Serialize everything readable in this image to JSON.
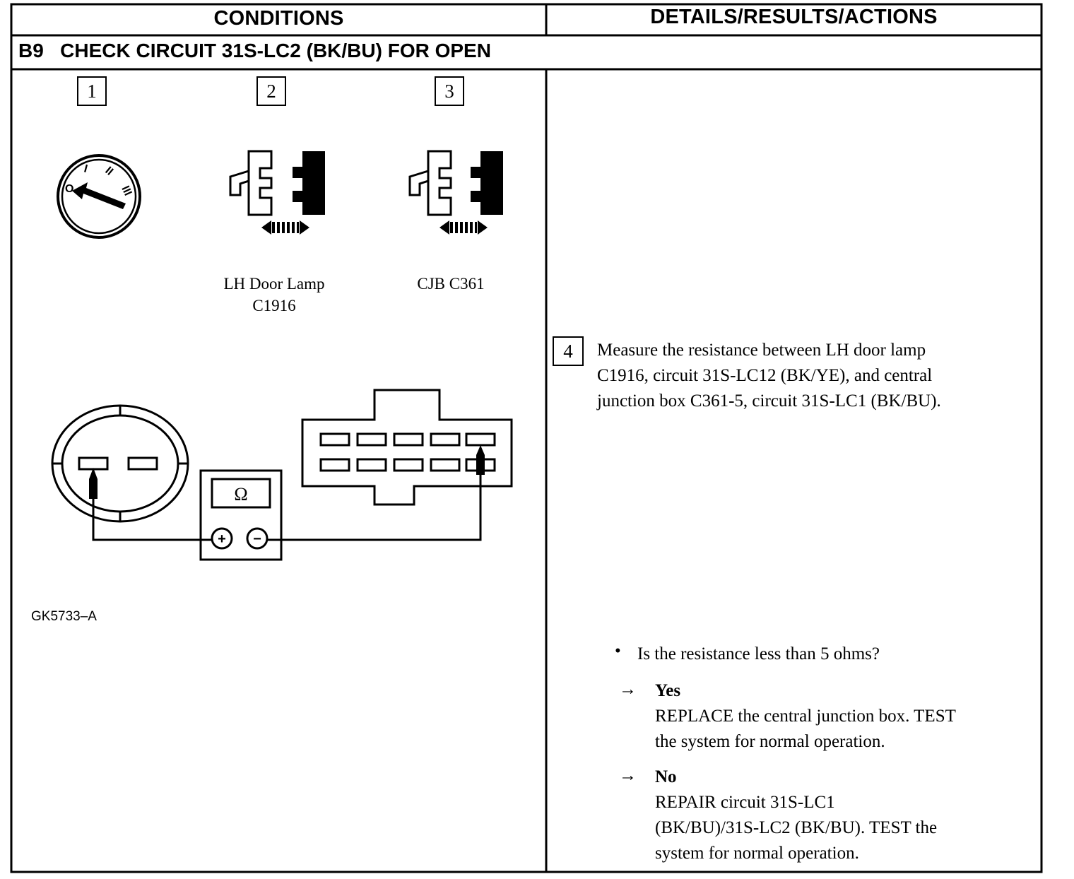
{
  "header": {
    "conditions": "CONDITIONS",
    "details": "DETAILS/RESULTS/ACTIONS"
  },
  "step_title": {
    "code": "B9",
    "text": "CHECK CIRCUIT 31S-LC2 (BK/BU) FOR OPEN"
  },
  "diagram": {
    "steps": [
      "1",
      "2",
      "3"
    ],
    "ignition_positions": [
      "O",
      "I",
      "II",
      "III"
    ],
    "connector_2_label": [
      "LH Door Lamp",
      "C1916"
    ],
    "connector_3_label": "CJB C361",
    "meter_symbol": "Ω",
    "meter_plus": "+",
    "meter_minus": "−",
    "figure_id": "GK5733–A"
  },
  "details": {
    "step_number": "4",
    "instruction_lines": [
      "Measure the resistance between LH door lamp",
      "C1916, circuit 31S-LC12 (BK/YE), and central",
      "junction box C361-5, circuit 31S-LC1 (BK/BU)."
    ],
    "question": "Is the resistance less than 5 ohms?",
    "bullet": "•",
    "arrow": "→",
    "yes": {
      "label": "Yes",
      "lines": [
        "REPLACE the central junction box. TEST",
        "the system for normal operation."
      ]
    },
    "no": {
      "label": "No",
      "lines": [
        "REPAIR circuit 31S-LC1",
        "(BK/BU)/31S-LC2 (BK/BU). TEST the",
        "system for normal operation."
      ]
    }
  }
}
